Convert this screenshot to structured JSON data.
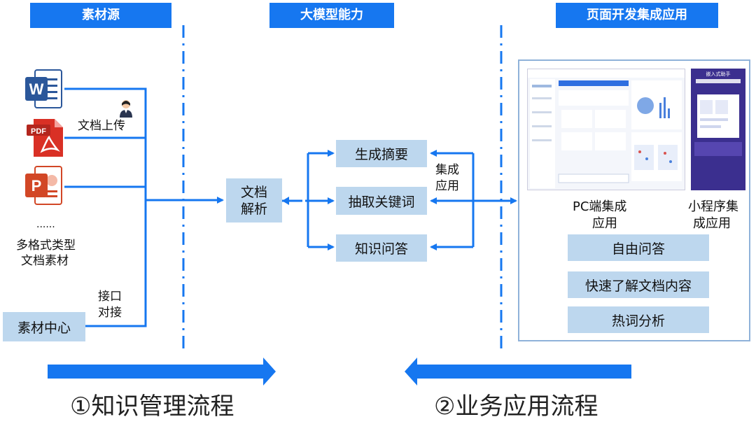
{
  "headers": {
    "source": "素材源",
    "model": "大模型能力",
    "dev": "页面开发集成应用"
  },
  "sources": {
    "upload_label": "文档上传",
    "ellipsis": "......",
    "multi_format_line1": "多格式类型",
    "multi_format_line2": "文档素材",
    "interface_line1": "接口",
    "interface_line2": "对接",
    "material_center": "素材中心"
  },
  "model": {
    "parse_line1": "文档",
    "parse_line2": "解析",
    "summary": "生成摘要",
    "keywords": "抽取关键词",
    "qa": "知识问答",
    "integrate_line1": "集成",
    "integrate_line2": "应用"
  },
  "apps": {
    "pc_line1": "PC端集成",
    "pc_line2": "应用",
    "mini_line1": "小程序集",
    "mini_line2": "成应用",
    "free_qa": "自由问答",
    "quick_understand": "快速了解文档内容",
    "hot_words": "热词分析",
    "mini_title": "嵌入式助手"
  },
  "flows": {
    "knowledge": "①知识管理流程",
    "business": "②业务应用流程"
  },
  "icons": [
    "word-icon",
    "pdf-icon",
    "ppt-icon",
    "user-icon"
  ],
  "colors": {
    "accent": "#1677f0",
    "box": "#bdd7ee",
    "dash": "#1677f0"
  }
}
